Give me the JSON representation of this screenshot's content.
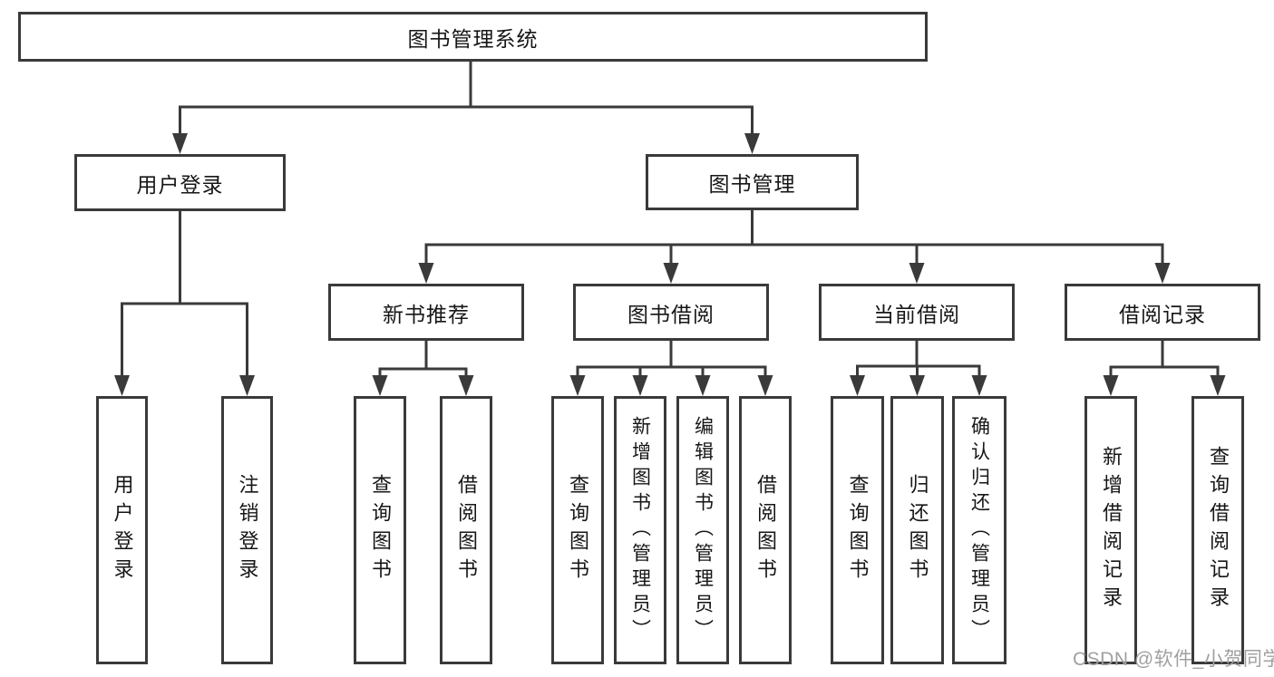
{
  "tree": {
    "root": {
      "label": "图书管理系统"
    },
    "branches": [
      {
        "label": "用户登录",
        "children": [
          {
            "label": "用户登录"
          },
          {
            "label": "注销登录"
          }
        ]
      },
      {
        "label": "图书管理",
        "children": [
          {
            "label": "新书推荐",
            "children": [
              {
                "label": "查询图书"
              },
              {
                "label": "借阅图书"
              }
            ]
          },
          {
            "label": "图书借阅",
            "children": [
              {
                "label": "查询图书"
              },
              {
                "label": "新增图书（管理员）"
              },
              {
                "label": "编辑图书（管理员）"
              },
              {
                "label": "借阅图书"
              }
            ]
          },
          {
            "label": "当前借阅",
            "children": [
              {
                "label": "查询图书"
              },
              {
                "label": "归还图书"
              },
              {
                "label": "确认归还（管理员）"
              }
            ]
          },
          {
            "label": "借阅记录",
            "children": [
              {
                "label": "新增借阅记录"
              },
              {
                "label": "查询借阅记录"
              }
            ]
          }
        ]
      }
    ]
  },
  "watermark": "CSDN @软件_小贺同学",
  "colors": {
    "line": "#3a3a3a",
    "box_border": "#3a3a3a",
    "box_background": "#ffffff",
    "text": "#161616",
    "watermark": "#a0a0a0",
    "page_background": "#ffffff"
  }
}
